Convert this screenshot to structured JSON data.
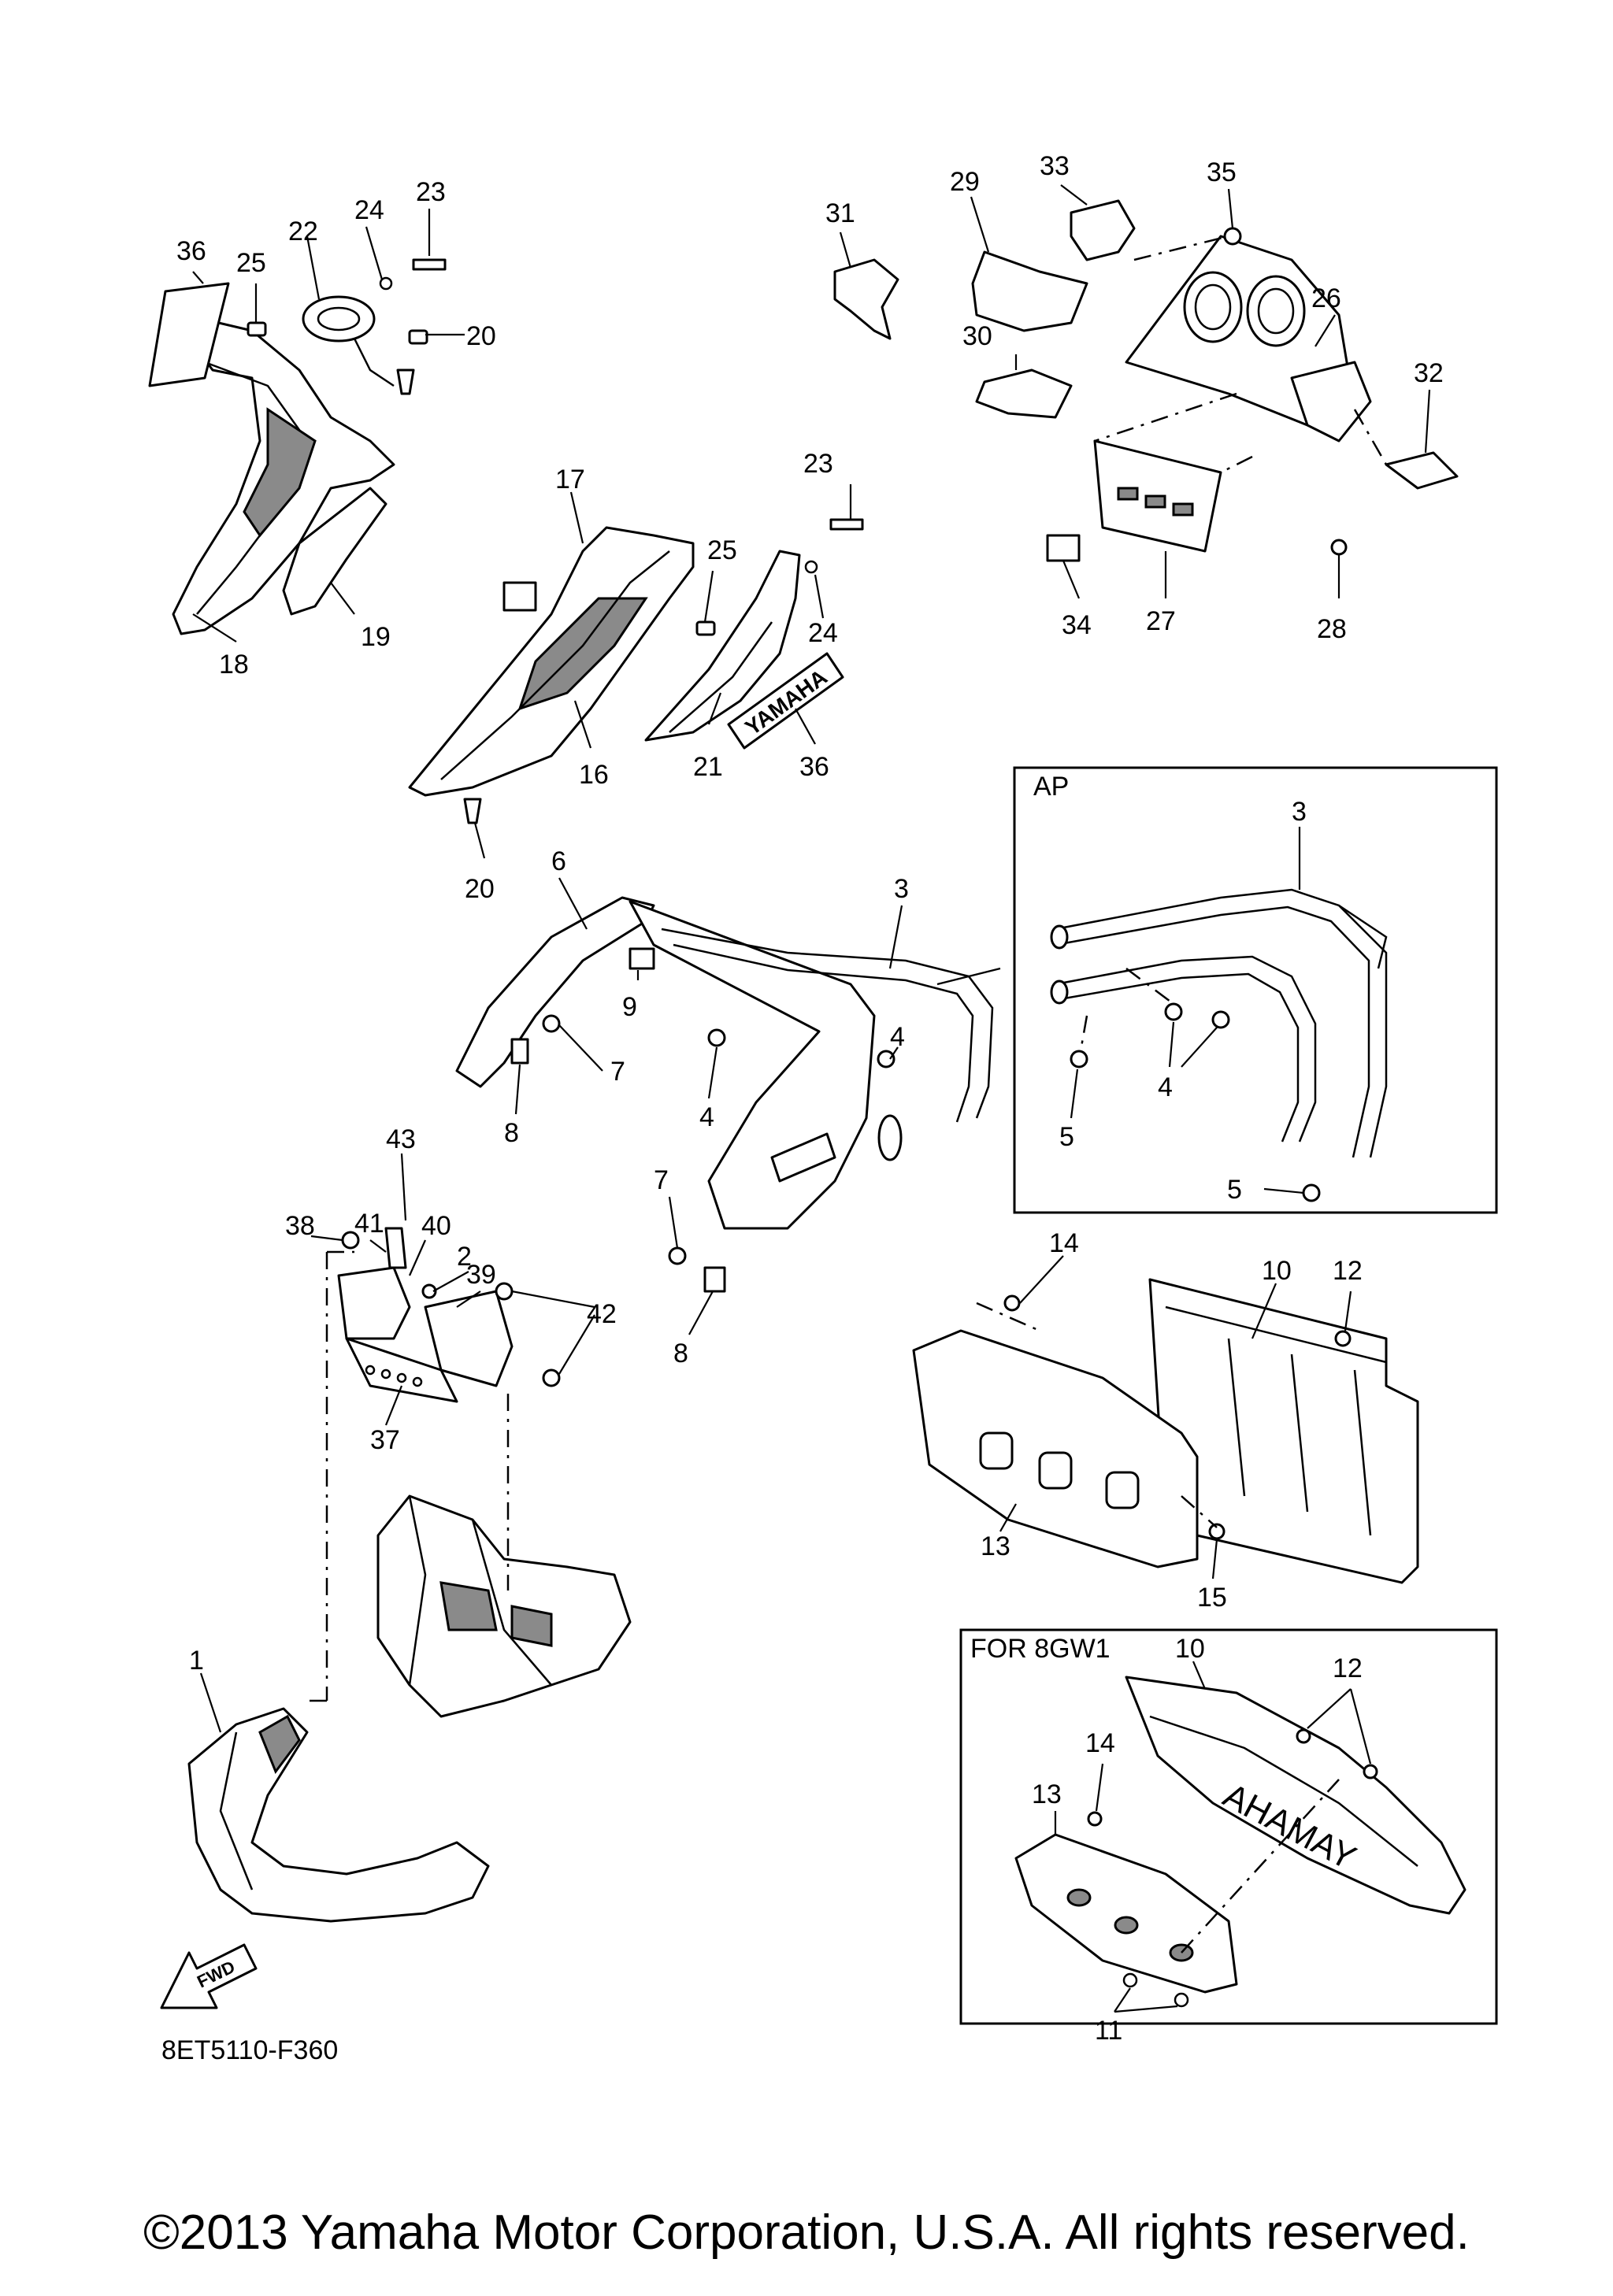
{
  "diagram": {
    "code": "8ET5110-F360",
    "fwd_label": "FWD",
    "brand_decal": "YAMAHA",
    "brand_decal_rev": "AHAMAY",
    "insets": [
      {
        "id": "ap",
        "title": "AP"
      },
      {
        "id": "8gw1",
        "title": "FOR 8GW1"
      }
    ],
    "callouts": [
      {
        "id": "c36a",
        "label": "36"
      },
      {
        "id": "c25a",
        "label": "25"
      },
      {
        "id": "c22",
        "label": "22"
      },
      {
        "id": "c24a",
        "label": "24"
      },
      {
        "id": "c23a",
        "label": "23"
      },
      {
        "id": "c20a",
        "label": "20"
      },
      {
        "id": "c18",
        "label": "18"
      },
      {
        "id": "c19",
        "label": "19"
      },
      {
        "id": "c17",
        "label": "17"
      },
      {
        "id": "c16",
        "label": "16"
      },
      {
        "id": "c25b",
        "label": "25"
      },
      {
        "id": "c23b",
        "label": "23"
      },
      {
        "id": "c24b",
        "label": "24"
      },
      {
        "id": "c21",
        "label": "21"
      },
      {
        "id": "c36b",
        "label": "36"
      },
      {
        "id": "c20b",
        "label": "20"
      },
      {
        "id": "c31",
        "label": "31"
      },
      {
        "id": "c29",
        "label": "29"
      },
      {
        "id": "c33",
        "label": "33"
      },
      {
        "id": "c35",
        "label": "35"
      },
      {
        "id": "c26",
        "label": "26"
      },
      {
        "id": "c30",
        "label": "30"
      },
      {
        "id": "c32",
        "label": "32"
      },
      {
        "id": "c34",
        "label": "34"
      },
      {
        "id": "c27",
        "label": "27"
      },
      {
        "id": "c28",
        "label": "28"
      },
      {
        "id": "c6",
        "label": "6"
      },
      {
        "id": "c3a",
        "label": "3"
      },
      {
        "id": "c9",
        "label": "9"
      },
      {
        "id": "c7a",
        "label": "7"
      },
      {
        "id": "c8a",
        "label": "8"
      },
      {
        "id": "c4a",
        "label": "4"
      },
      {
        "id": "c4b",
        "label": "4"
      },
      {
        "id": "c7b",
        "label": "7"
      },
      {
        "id": "c8b",
        "label": "8"
      },
      {
        "id": "c3b",
        "label": "3"
      },
      {
        "id": "c4c",
        "label": "4"
      },
      {
        "id": "c5a",
        "label": "5"
      },
      {
        "id": "c5b",
        "label": "5"
      },
      {
        "id": "c43",
        "label": "43"
      },
      {
        "id": "c38",
        "label": "38"
      },
      {
        "id": "c41",
        "label": "41"
      },
      {
        "id": "c40",
        "label": "40"
      },
      {
        "id": "c2",
        "label": "2"
      },
      {
        "id": "c39",
        "label": "39"
      },
      {
        "id": "c42",
        "label": "42"
      },
      {
        "id": "c37",
        "label": "37"
      },
      {
        "id": "c14a",
        "label": "14"
      },
      {
        "id": "c10a",
        "label": "10"
      },
      {
        "id": "c12a",
        "label": "12"
      },
      {
        "id": "c13a",
        "label": "13"
      },
      {
        "id": "c15",
        "label": "15"
      },
      {
        "id": "c1",
        "label": "1"
      },
      {
        "id": "c10b",
        "label": "10"
      },
      {
        "id": "c12b",
        "label": "12"
      },
      {
        "id": "c14b",
        "label": "14"
      },
      {
        "id": "c13b",
        "label": "13"
      },
      {
        "id": "c11",
        "label": "11"
      }
    ]
  },
  "footer": {
    "copyright": "©2013 Yamaha Motor Corporation, U.S.A. All rights reserved."
  }
}
